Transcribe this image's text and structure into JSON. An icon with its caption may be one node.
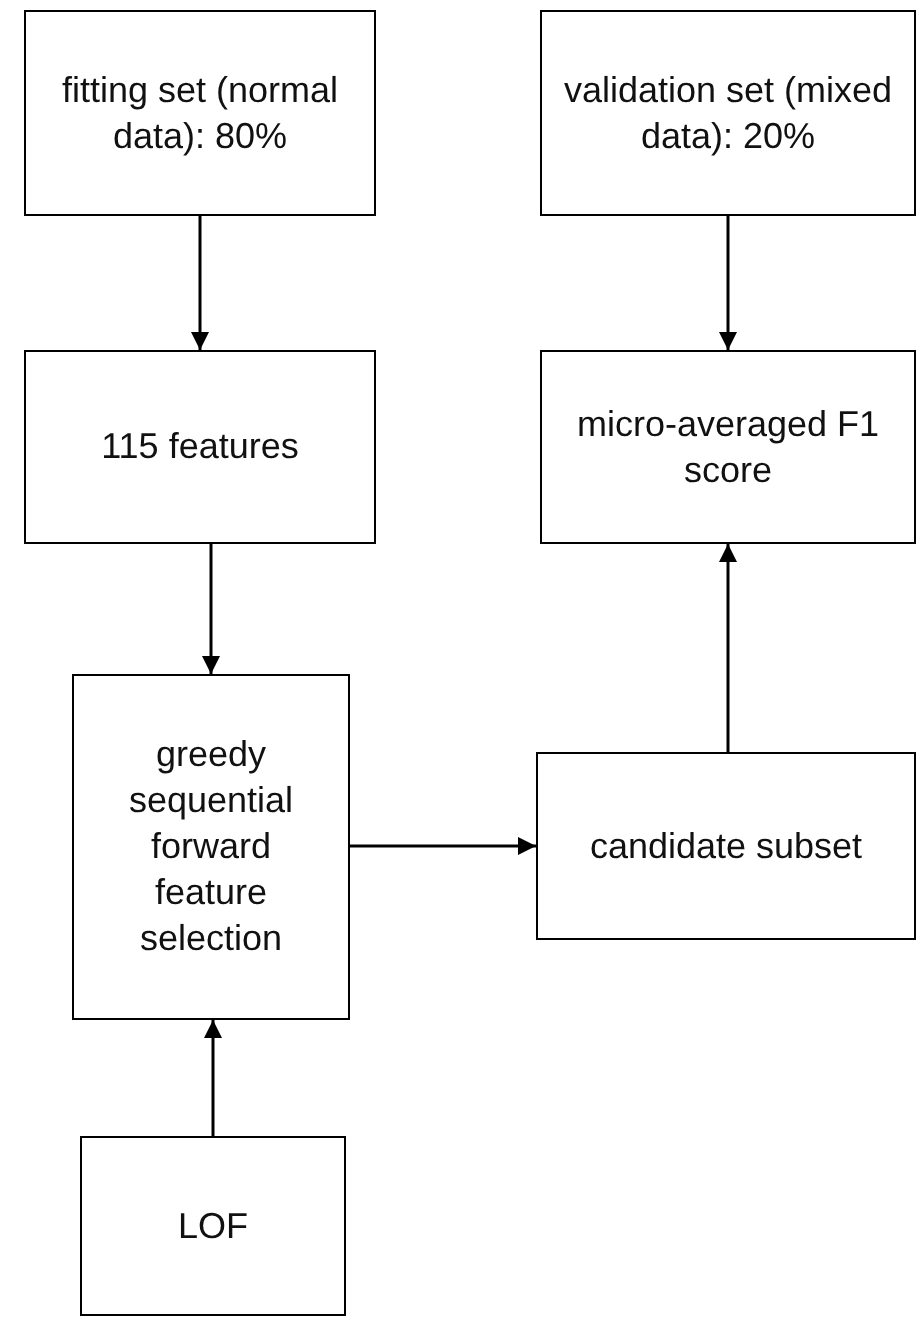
{
  "diagram": {
    "nodes": [
      {
        "text": [
          "fitting set (normal data): 80%"
        ]
      },
      {
        "text": [
          "validation set (mixed data): 20%"
        ]
      },
      {
        "text": [
          "115 features"
        ]
      },
      {
        "text": [
          "micro-averaged F1 score"
        ]
      },
      {
        "text": [
          "greedy sequential forward feature selection"
        ]
      },
      {
        "text": [
          "candidate subset"
        ]
      },
      {
        "text": [
          "LOF"
        ]
      }
    ],
    "edges": [
      {
        "from": 0,
        "to": 2,
        "arrow": "to"
      },
      {
        "from": 1,
        "to": 3,
        "arrow": "to"
      },
      {
        "from": 2,
        "to": 4,
        "arrow": "to"
      },
      {
        "from": 6,
        "to": 4,
        "arrow": "to"
      },
      {
        "from": 4,
        "to": 5,
        "arrow": "to"
      },
      {
        "from": 5,
        "to": 3,
        "arrow": "to"
      }
    ]
  }
}
